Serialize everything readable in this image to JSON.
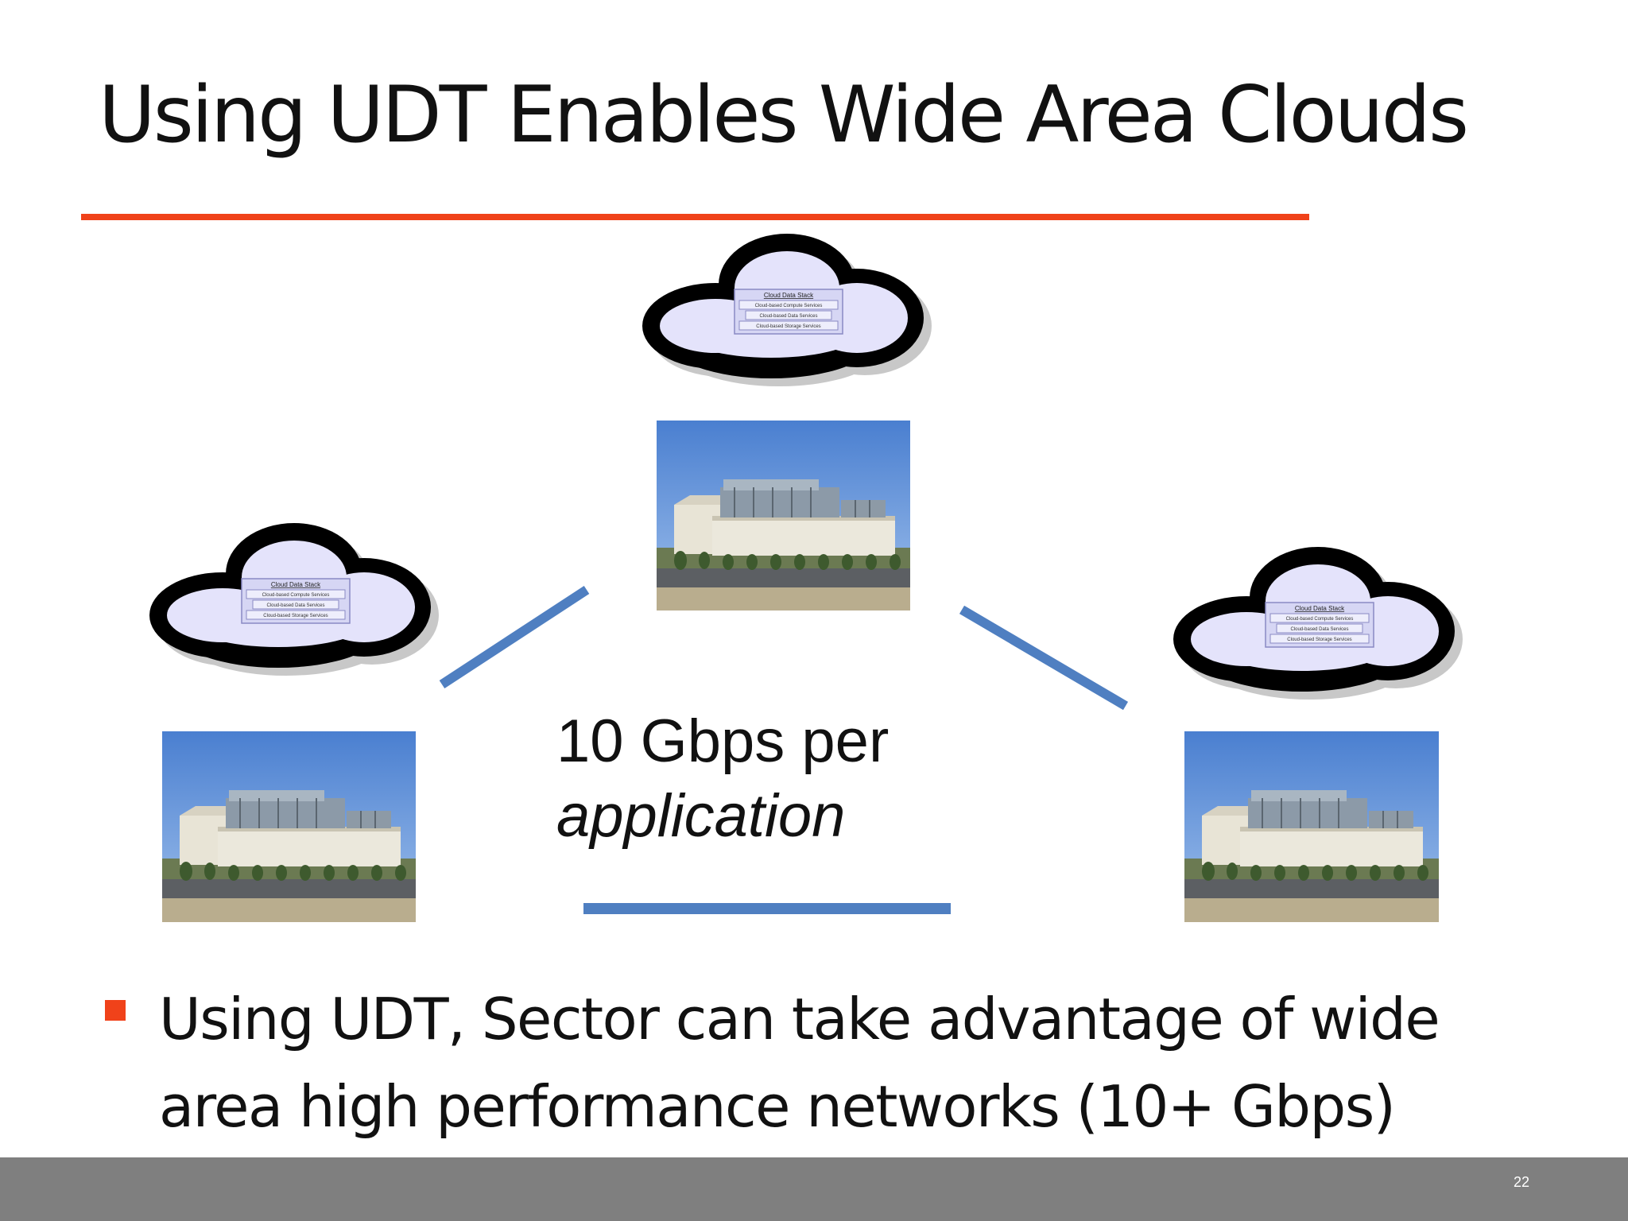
{
  "slide": {
    "title": "Using UDT Enables Wide Area Clouds",
    "caption_line1": "10 Gbps per",
    "caption_line2": "application",
    "bullet": "Using UDT, Sector can take advantage of wide area high performance networks (10+ Gbps)",
    "page_number": "22"
  },
  "cloud_stack": {
    "header": "Cloud Data Stack",
    "rows": [
      "Cloud-based Compute Services",
      "Cloud-based Data Services",
      "Cloud-based Storage Services"
    ]
  },
  "colors": {
    "accent": "#f0421a",
    "link_line": "#4f7fc1",
    "cloud_fill": "#e4e3fb",
    "footer": "#7f7f7f"
  },
  "icons": [
    "cloud-icon",
    "data-center-photo",
    "bullet-square"
  ]
}
